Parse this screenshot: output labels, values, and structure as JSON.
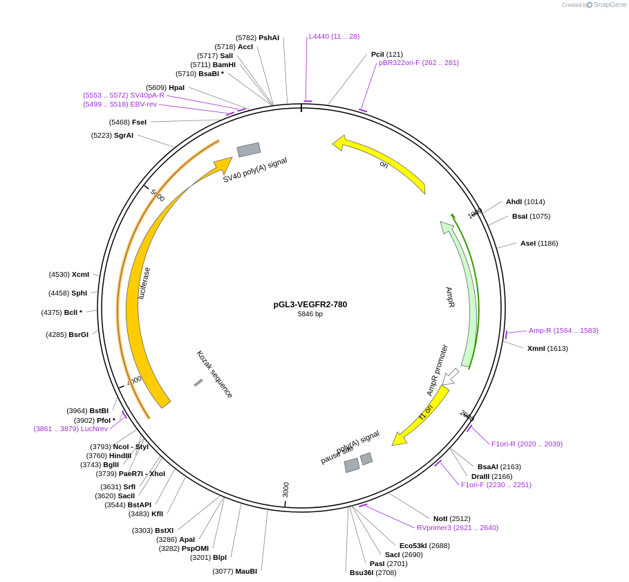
{
  "credit": {
    "prefix": "Created by",
    "brand": "SnapGene"
  },
  "plasmid": {
    "name": "pGL3-VEGFR2-780",
    "length_label": "5846 bp",
    "length": 5846
  },
  "ticks": [
    {
      "pos": 1000,
      "label": "1000"
    },
    {
      "pos": 2000,
      "label": "2000"
    },
    {
      "pos": 3000,
      "label": "3000"
    },
    {
      "pos": 4000,
      "label": "4000"
    },
    {
      "pos": 5000,
      "label": "5000"
    }
  ],
  "sites": [
    {
      "name": "PshAI",
      "pos": "(5782)",
      "side": "left"
    },
    {
      "name": "AccI",
      "pos": "(5718)",
      "side": "left"
    },
    {
      "name": "SalI",
      "pos": "(5717)",
      "side": "left"
    },
    {
      "name": "BamHI",
      "pos": "(5711)",
      "side": "left"
    },
    {
      "name": "BsaBI *",
      "pos": "(5710)",
      "side": "left"
    },
    {
      "name": "HpaI",
      "pos": "(5609)",
      "side": "left"
    },
    {
      "name": "FseI",
      "pos": "(5468)",
      "side": "left"
    },
    {
      "name": "SgrAI",
      "pos": "(5223)",
      "side": "left"
    },
    {
      "name": "XcmI",
      "pos": "(4530)",
      "side": "left"
    },
    {
      "name": "SphI",
      "pos": "(4458)",
      "side": "left"
    },
    {
      "name": "BclI *",
      "pos": "(4375)",
      "side": "left"
    },
    {
      "name": "BsrGI",
      "pos": "(4285)",
      "side": "left"
    },
    {
      "name": "BstBI",
      "pos": "(3964)",
      "side": "left"
    },
    {
      "name": "PfoI *",
      "pos": "(3902)",
      "side": "left"
    },
    {
      "name": "NcoI",
      "pos": "(3793)",
      "side": "left",
      "extra": " - StyI"
    },
    {
      "name": "HindIII",
      "pos": "(3760)",
      "side": "left"
    },
    {
      "name": "BglII",
      "pos": "(3743)",
      "side": "left"
    },
    {
      "name": "PaeR7I",
      "pos": "(3739)",
      "side": "left",
      "extra": " - XhoI"
    },
    {
      "name": "SrfI",
      "pos": "(3631)",
      "side": "left"
    },
    {
      "name": "SacII",
      "pos": "(3620)",
      "side": "left"
    },
    {
      "name": "BstAPI",
      "pos": "(3544)",
      "side": "left"
    },
    {
      "name": "KflI",
      "pos": "(3483)",
      "side": "left"
    },
    {
      "name": "BstXI",
      "pos": "(3303)",
      "side": "left"
    },
    {
      "name": "ApaI",
      "pos": "(3286)",
      "side": "left"
    },
    {
      "name": "PspOMI",
      "pos": "(3282)",
      "side": "left"
    },
    {
      "name": "BlpI",
      "pos": "(3201)",
      "side": "left"
    },
    {
      "name": "MauBI",
      "pos": "(3077)",
      "side": "left"
    },
    {
      "name": "PciI",
      "pos": "(121)",
      "side": "right"
    },
    {
      "name": "AhdI",
      "pos": "(1014)",
      "side": "right"
    },
    {
      "name": "BsaI",
      "pos": "(1075)",
      "side": "right"
    },
    {
      "name": "AseI",
      "pos": "(1186)",
      "side": "right"
    },
    {
      "name": "XmnI",
      "pos": "(1613)",
      "side": "right"
    },
    {
      "name": "BsaAI",
      "pos": "(2163)",
      "side": "right"
    },
    {
      "name": "DraIII",
      "pos": "(2166)",
      "side": "right"
    },
    {
      "name": "NotI",
      "pos": "(2512)",
      "side": "right"
    },
    {
      "name": "Eco53kI",
      "pos": "(2688)",
      "side": "right"
    },
    {
      "name": "SacI",
      "pos": "(2690)",
      "side": "right"
    },
    {
      "name": "PasI",
      "pos": "(2701)",
      "side": "right"
    },
    {
      "name": "Bsu36I",
      "pos": "(2708)",
      "side": "right"
    }
  ],
  "primers": [
    {
      "name": "L4440",
      "range": "(11 .. 28)",
      "side": "right"
    },
    {
      "name": "pBR322ori-F",
      "range": "(262 .. 281)",
      "side": "right"
    },
    {
      "name": "SV40pA-R",
      "range": "(5553 .. 5572)",
      "side": "left"
    },
    {
      "name": "EBV-rev",
      "range": "(5499 .. 5518)",
      "side": "left"
    },
    {
      "name": "Amp-R",
      "range": "(1564 .. 1583)",
      "side": "right"
    },
    {
      "name": "F1ori-R",
      "range": "(2020 .. 2039)",
      "side": "right"
    },
    {
      "name": "F1ori-F",
      "range": "(2230 .. 2251)",
      "side": "right"
    },
    {
      "name": "RVprimer3",
      "range": "(2621 .. 2640)",
      "side": "right"
    },
    {
      "name": "LucNrev",
      "range": "(3861 .. 3879)",
      "side": "left"
    }
  ],
  "features": [
    {
      "name": "ori",
      "type": "rep_origin",
      "color": "#ffff00"
    },
    {
      "name": "AmpR",
      "type": "CDS",
      "color": "#ccffcc"
    },
    {
      "name": "AmpR promoter",
      "type": "promoter",
      "color": "#ffffff"
    },
    {
      "name": "f1 ori",
      "type": "rep_origin",
      "color": "#ffff00"
    },
    {
      "name": "poly(A) signal",
      "type": "polyA_signal",
      "color": "#a6acb3"
    },
    {
      "name": "pause site",
      "type": "misc_feature",
      "color": "#a6acb3"
    },
    {
      "name": "luciferase",
      "type": "CDS",
      "color": "#ffcc00"
    },
    {
      "name": "SV40 poly(A) signal",
      "type": "polyA_signal",
      "color": "#a6acb3"
    },
    {
      "name": "Kozak sequence",
      "type": "misc_feature",
      "color": "#a6acb3"
    }
  ],
  "colors": {
    "primer": "#a12bd8",
    "backbone": "#000000",
    "ampr_orf": "#339900",
    "luc_orf": "#a05a00"
  }
}
